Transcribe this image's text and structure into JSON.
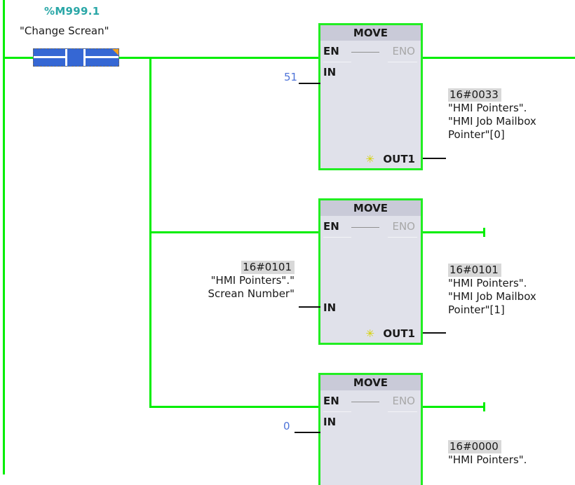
{
  "rung": {
    "contact": {
      "address": "%M999.1",
      "tag": "\"Change Screan\"",
      "type": "normally-open"
    },
    "colors": {
      "powerflow": "#00ee00",
      "contact_fill": "#3567d4",
      "address_text": "#2aa7a7",
      "constant_text": "#4f74d8",
      "box_fill": "#e0e1ea",
      "box_header": "#c9cad8"
    },
    "blocks": [
      {
        "title": "MOVE",
        "en_label": "EN",
        "eno_label": "ENO",
        "in_label": "IN",
        "out_label": "OUT1",
        "in_operand": {
          "value": "51"
        },
        "out_operand": {
          "monitor_value": "16#0033",
          "tag_lines": [
            "\"HMI Pointers\".",
            "\"HMI Job Mailbox",
            "Pointer\"[0]"
          ]
        }
      },
      {
        "title": "MOVE",
        "en_label": "EN",
        "eno_label": "ENO",
        "in_label": "IN",
        "out_label": "OUT1",
        "in_operand": {
          "monitor_value": "16#0101",
          "tag_lines": [
            "\"HMI Pointers\".\"",
            "Screan Number\""
          ]
        },
        "out_operand": {
          "monitor_value": "16#0101",
          "tag_lines": [
            "\"HMI Pointers\".",
            "\"HMI Job Mailbox",
            "Pointer\"[1]"
          ]
        }
      },
      {
        "title": "MOVE",
        "en_label": "EN",
        "eno_label": "ENO",
        "in_label": "IN",
        "in_operand": {
          "value": "0"
        },
        "out_operand": {
          "monitor_value": "16#0000",
          "tag_lines": [
            "\"HMI Pointers\"."
          ]
        }
      }
    ]
  }
}
